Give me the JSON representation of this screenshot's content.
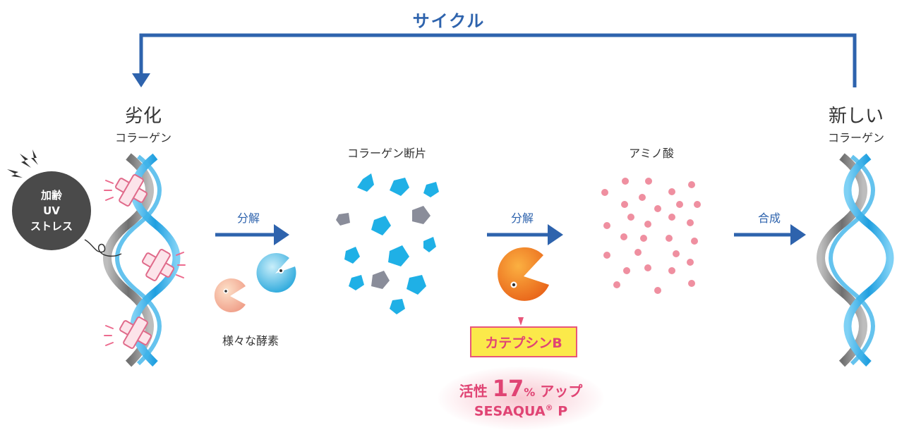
{
  "cycle": {
    "label": "サイクル"
  },
  "degraded": {
    "title": "劣化",
    "subtitle": "コラーゲン"
  },
  "stress": {
    "lines": [
      "加齢",
      "UV",
      "ストレス"
    ]
  },
  "new_collagen": {
    "title": "新しい",
    "subtitle": "コラーゲン"
  },
  "steps": {
    "decompose1": "分解",
    "decompose2": "分解",
    "synthesis": "合成"
  },
  "enzymes": {
    "caption": "様々な酵素"
  },
  "fragments": {
    "label": "コラーゲン断片"
  },
  "amino": {
    "label": "アミノ酸"
  },
  "cathepsin": {
    "label": "カテプシンB"
  },
  "promo": {
    "prefix": "活性",
    "number": "17",
    "percent": "%",
    "suffix": "アップ",
    "brand": "SESAQUA",
    "reg": "®",
    "brand_suffix": " P"
  },
  "colors": {
    "blue_arrow": "#2e63ad",
    "fragment_cyan": "#1fb0e6",
    "fragment_gray": "#8a8d9a",
    "amino_pink": "#ef8fa0",
    "cathepsin_orange": "#f07a1a",
    "label_pink": "#e04474",
    "label_yellow": "#fbe94a"
  }
}
